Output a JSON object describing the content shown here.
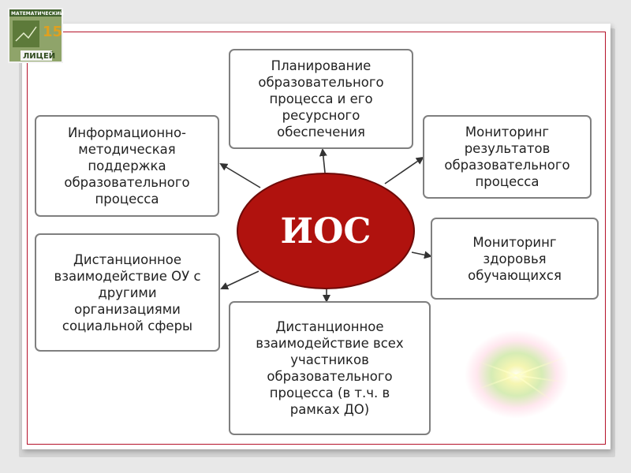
{
  "logo": {
    "top_text": "МАТЕМАТИЧЕСКИЙ",
    "number": "15",
    "bottom_text": "ЛИЦЕЙ"
  },
  "center": {
    "label": "ИОС"
  },
  "nodes": {
    "planning": "Планирование\nобразовательного\nпроцесса и его\nресурсного\nобеспечения",
    "info_support": "Информационно-\nметодическая\nподдержка\nобразовательного\nпроцесса",
    "monitoring_results": "Мониторинг\nрезультатов\nобразовательного\nпроцесса",
    "health_monitoring": "Мониторинг\nздоровья\nобучающихся",
    "remote_ou": "Дистанционное\nвзаимодействие ОУ с\nдругими\nорганизациями\nсоциальной сферы",
    "remote_all": "Дистанционное\nвзаимодействие всех\nучастников\nобразовательного\nпроцесса (в т.ч. в\nрамках ДО)"
  },
  "colors": {
    "ellipse": "#b0120e",
    "frame": "#b5122a",
    "box_border": "#7f7f7f",
    "arrow": "#333333"
  }
}
